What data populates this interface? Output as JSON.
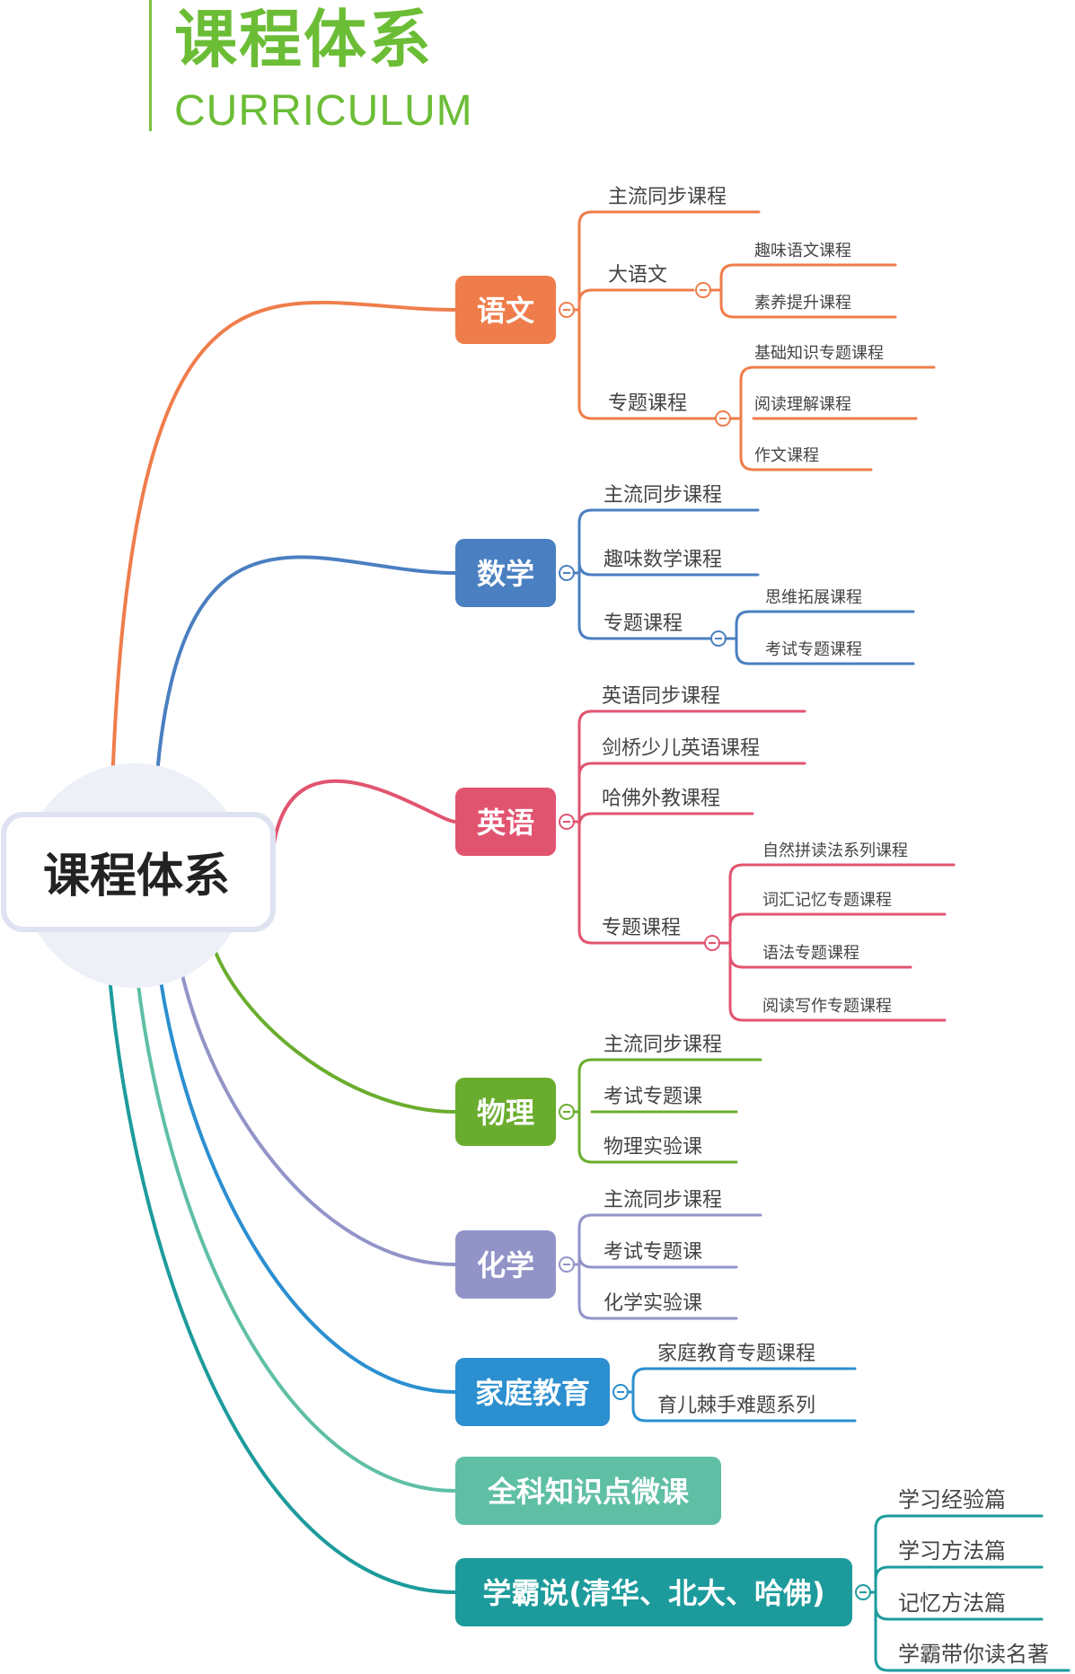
{
  "header": {
    "title_cn": "课程体系",
    "title_en": "CURRICULUM"
  },
  "root": {
    "label": "课程体系"
  },
  "branches": [
    {
      "key": "chinese",
      "label": "语文",
      "color": "#ef7d4b",
      "leaves": [
        {
          "label": "主流同步课程"
        },
        {
          "label": "大语文",
          "children": [
            "趣味语文课程",
            "素养提升课程"
          ]
        },
        {
          "label": "专题课程",
          "children": [
            "基础知识专题课程",
            "阅读理解课程",
            "作文课程"
          ]
        }
      ]
    },
    {
      "key": "math",
      "label": "数学",
      "color": "#4a7fc1",
      "leaves": [
        {
          "label": "主流同步课程"
        },
        {
          "label": "趣味数学课程"
        },
        {
          "label": "专题课程",
          "children": [
            "思维拓展课程",
            "考试专题课程"
          ]
        }
      ]
    },
    {
      "key": "english",
      "label": "英语",
      "color": "#e15470",
      "leaves": [
        {
          "label": "英语同步课程"
        },
        {
          "label": "剑桥少儿英语课程"
        },
        {
          "label": "哈佛外教课程"
        },
        {
          "label": "专题课程",
          "children": [
            "自然拼读法系列课程",
            "词汇记忆专题课程",
            "语法专题课程",
            "阅读写作专题课程"
          ]
        }
      ]
    },
    {
      "key": "physics",
      "label": "物理",
      "color": "#6aad2e",
      "leaves": [
        {
          "label": "主流同步课程"
        },
        {
          "label": "考试专题课"
        },
        {
          "label": "物理实验课"
        }
      ]
    },
    {
      "key": "chemistry",
      "label": "化学",
      "color": "#9294c8",
      "leaves": [
        {
          "label": "主流同步课程"
        },
        {
          "label": "考试专题课"
        },
        {
          "label": "化学实验课"
        }
      ]
    },
    {
      "key": "family",
      "label": "家庭教育",
      "color": "#2b8fd0",
      "leaves": [
        {
          "label": "家庭教育专题课程"
        },
        {
          "label": "育儿棘手难题系列"
        }
      ]
    },
    {
      "key": "micro",
      "label": "全科知识点微课",
      "color": "#5fbfa5",
      "leaves": []
    },
    {
      "key": "topstudent",
      "label": "学霸说(清华、北大、哈佛)",
      "color": "#1d9b9c",
      "leaves": [
        {
          "label": "学习经验篇"
        },
        {
          "label": "学习方法篇"
        },
        {
          "label": "记忆方法篇"
        },
        {
          "label": "学霸带你读名著"
        }
      ]
    }
  ]
}
